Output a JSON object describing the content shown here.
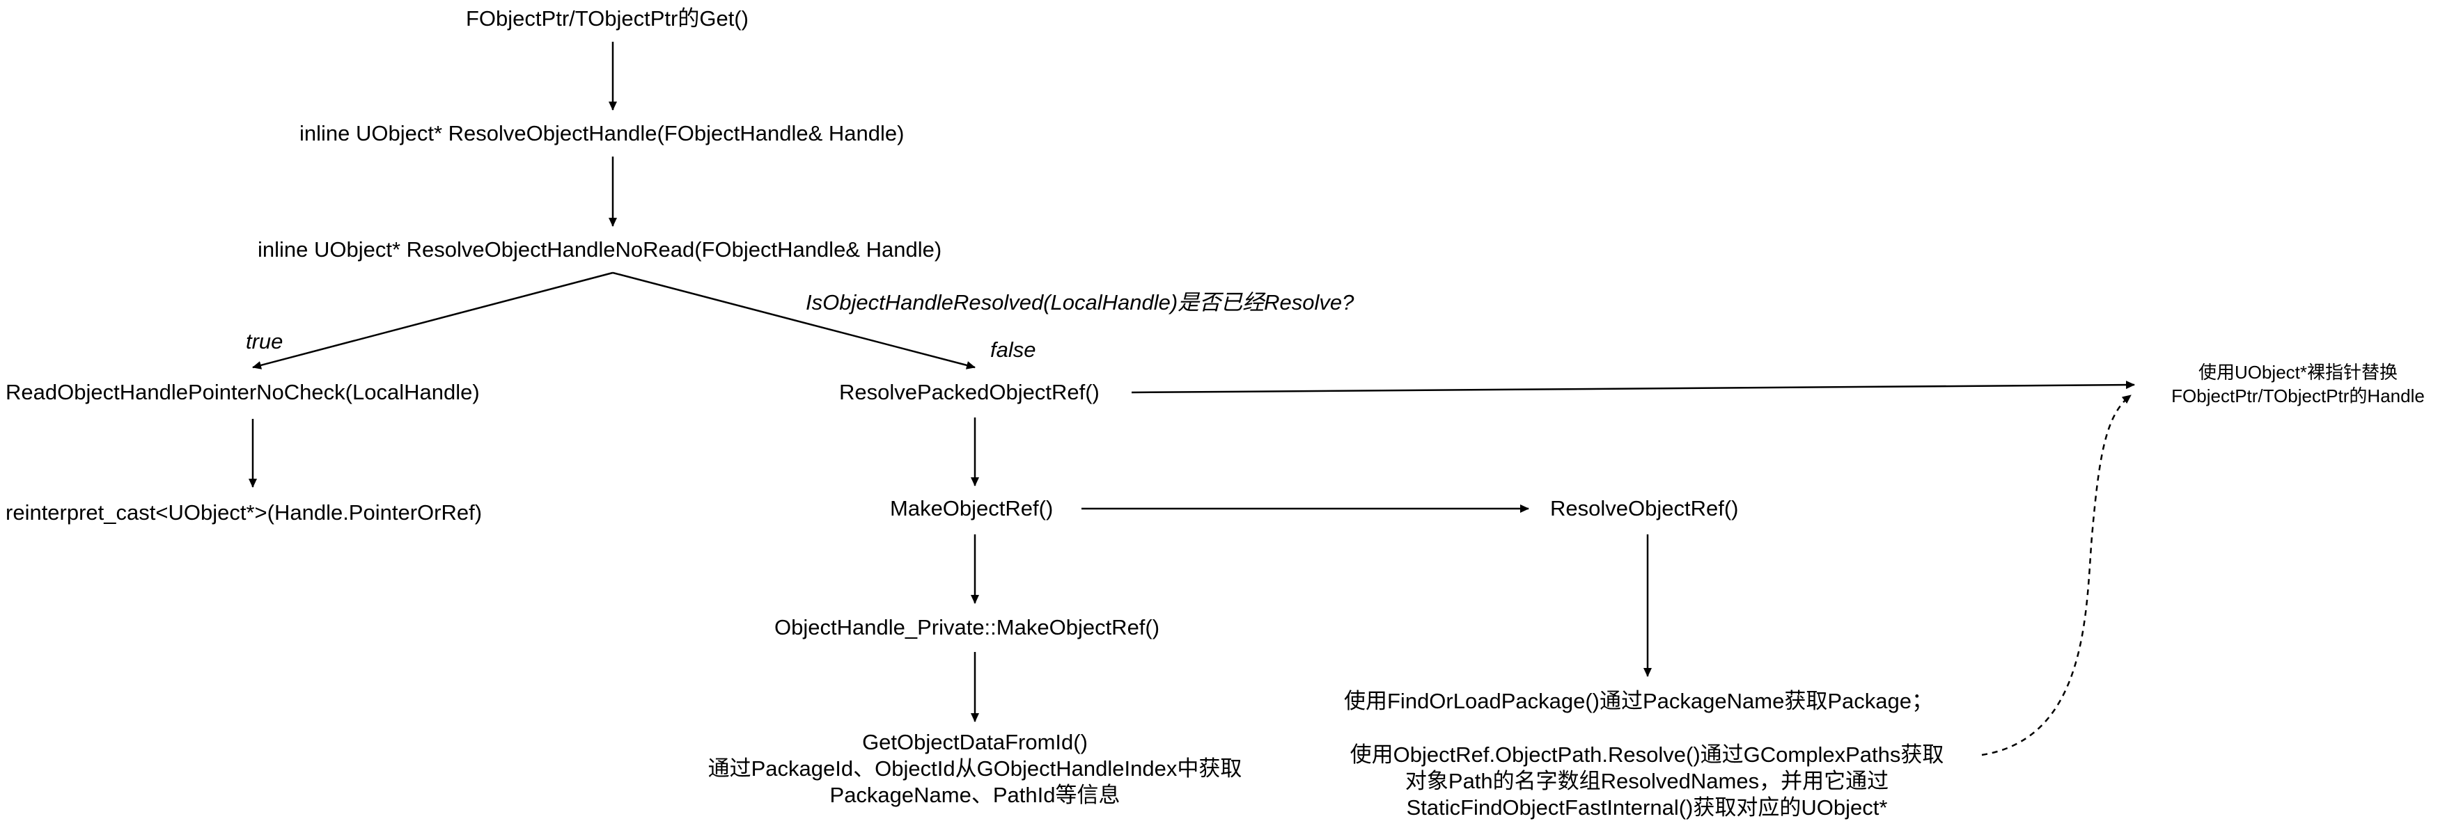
{
  "nodes": {
    "get": "FObjectPtr/TObjectPtr的Get()",
    "resolve_handle": "inline UObject* ResolveObjectHandle(FObjectHandle& Handle)",
    "resolve_noread": "inline UObject* ResolveObjectHandleNoRead(FObjectHandle& Handle)",
    "read_pointer": "ReadObjectHandlePointerNoCheck(LocalHandle)",
    "reinterpret": "reinterpret_cast<UObject*>(Handle.PointerOrRef)",
    "resolve_packed": "ResolvePackedObjectRef()",
    "make_ref": "MakeObjectRef()",
    "private_make_ref": "ObjectHandle_Private::MakeObjectRef()",
    "get_data": {
      "title": "GetObjectDataFromId()",
      "line1": "通过PackageId、ObjectId从GObjectHandleIndex中获取",
      "line2": "PackageName、PathId等信息"
    },
    "resolve_ref": "ResolveObjectRef()",
    "find_package": "使用FindOrLoadPackage()通过PackageName获取Package；",
    "path_resolve": {
      "line1": "使用ObjectRef.ObjectPath.Resolve()通过GComplexPaths获取",
      "line2": "对象Path的名字数组ResolvedNames，并用它通过",
      "line3": "StaticFindObjectFastInternal()获取对应的UObject*"
    },
    "replace": {
      "line1": "使用UObject*裸指针替换",
      "line2": "FObjectPtr/TObjectPtr的Handle"
    }
  },
  "labels": {
    "condition": "IsObjectHandleResolved(LocalHandle)是否已经Resolve?",
    "true": "true",
    "false": "false"
  },
  "colors": {
    "text": "#000000",
    "arrow": "#000000",
    "background": "#ffffff"
  }
}
